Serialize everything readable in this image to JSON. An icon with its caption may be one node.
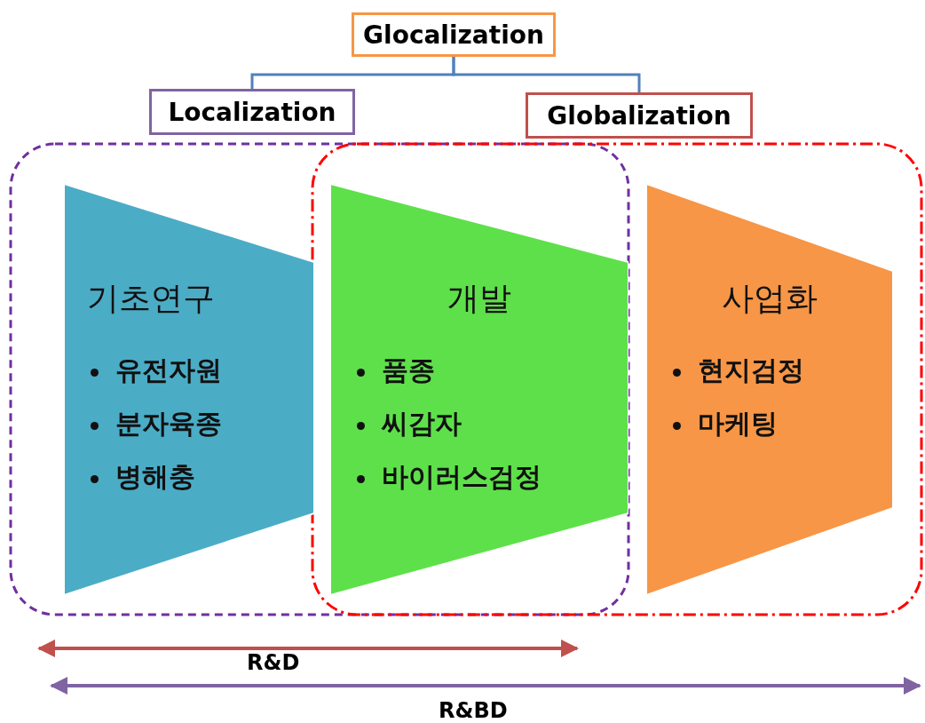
{
  "diagram": {
    "nodes": [
      {
        "text": [
          "Glocalization"
        ]
      },
      {
        "text": [
          "Localization"
        ]
      },
      {
        "text": [
          "Globalization"
        ]
      },
      {
        "text": [
          "기초연구",
          "유전자원",
          "분자육종",
          "병해충"
        ]
      },
      {
        "text": [
          "개발",
          "품종",
          "씨감자",
          "바이러스검정"
        ]
      },
      {
        "text": [
          "사업화",
          "현지검정",
          "마케팅"
        ]
      }
    ],
    "edges": [
      {
        "from": 0,
        "to": 1,
        "arrow": "none"
      },
      {
        "from": 0,
        "to": 2,
        "arrow": "none"
      }
    ],
    "labels": [
      "R&D",
      "R&BD"
    ]
  }
}
